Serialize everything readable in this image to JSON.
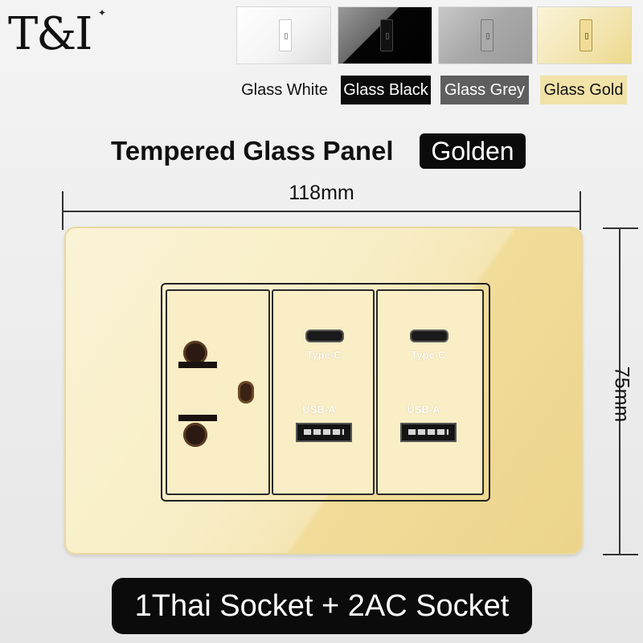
{
  "brand": {
    "logo_text": "T&I"
  },
  "variants": [
    {
      "label": "Glass White",
      "color": "#f4f4f4"
    },
    {
      "label": "Glass Black",
      "color": "#050505"
    },
    {
      "label": "Glass Grey",
      "color": "#a8a8a8"
    },
    {
      "label": "Glass Gold",
      "color": "#f0dc96"
    }
  ],
  "heading": {
    "title": "Tempered Glass Panel",
    "finish": "Golden"
  },
  "dimensions": {
    "width_label": "118mm",
    "height_label": "75mm"
  },
  "panel": {
    "color": "#f5e6b4",
    "usb_modules": [
      {
        "typec_label": "Type-C",
        "usba_label": "USB-A"
      },
      {
        "typec_label": "Type-C",
        "usba_label": "USB-A"
      }
    ]
  },
  "footer": {
    "label": "1Thai Socket + 2AC Socket"
  }
}
